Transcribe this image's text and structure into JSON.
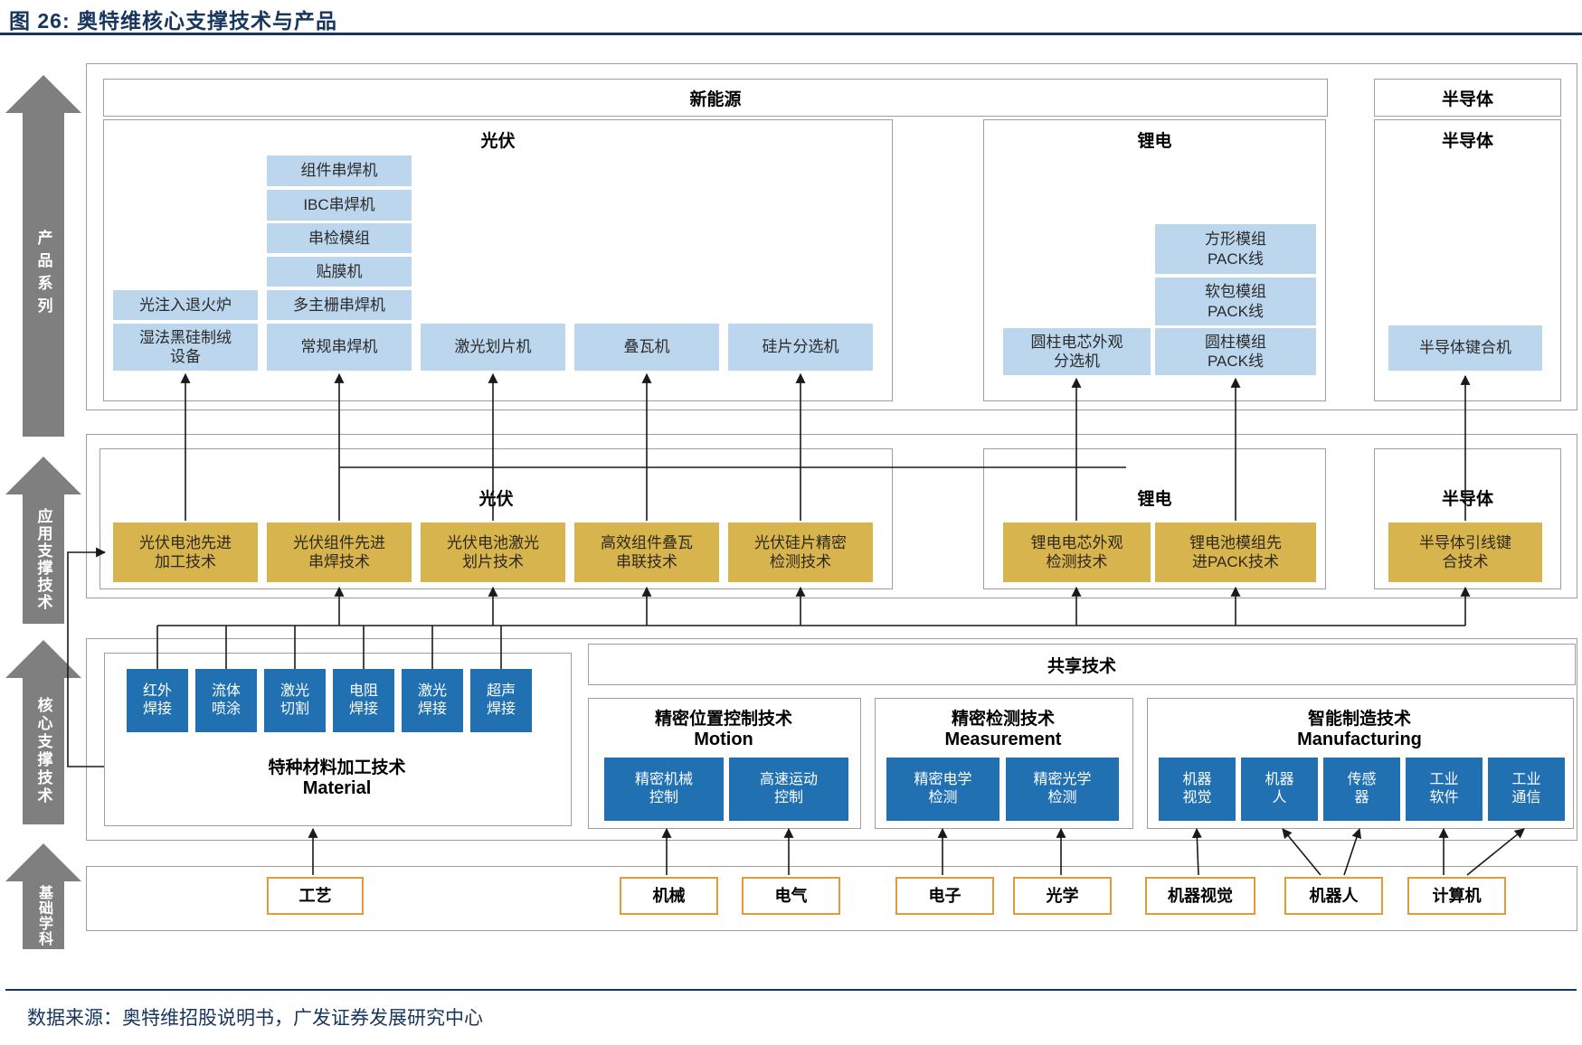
{
  "title": "图 26:  奥特维核心支撑技术与产品",
  "source": "数据来源：奥特维招股说明书，广发证券发展研究中心",
  "colors": {
    "navy": "#17365D",
    "light_blue": "#BCD6EE",
    "gold": "#D8B44F",
    "deep_blue": "#2171B2",
    "gray_arrow": "#7F7F7F",
    "orange_border": "#E39A3B"
  },
  "side_arrows": [
    "产品系列",
    "应用支撑技术",
    "核心支撑技术",
    "基础学科"
  ],
  "product": {
    "new_energy_label": "新能源",
    "semi_top_label": "半导体",
    "pv_label": "光伏",
    "li_label": "锂电",
    "semi_label": "半导体",
    "pv_stack": [
      "组件串焊机",
      "IBC串焊机",
      "串检模组",
      "贴膜机",
      "多主栅串焊机",
      "常规串焊机"
    ],
    "pv_left": [
      "光注入退火炉",
      "湿法黑硅制绒\n设备"
    ],
    "pv_row": [
      "激光划片机",
      "叠瓦机",
      "硅片分选机"
    ],
    "li_items": [
      "方形模组\nPACK线",
      "软包模组\nPACK线",
      "圆柱电芯外观\n分选机",
      "圆柱模组\nPACK线"
    ],
    "semi_items": [
      "半导体键合机"
    ]
  },
  "app": {
    "pv_label": "光伏",
    "li_label": "锂电",
    "semi_label": "半导体",
    "pv_techs": [
      "光伏电池先进\n加工技术",
      "光伏组件先进\n串焊技术",
      "光伏电池激光\n划片技术",
      "高效组件叠瓦\n串联技术",
      "光伏硅片精密\n检测技术"
    ],
    "li_techs": [
      "锂电电芯外观\n检测技术",
      "锂电池模组先\n进PACK技术"
    ],
    "semi_techs": [
      "半导体引线键\n合技术"
    ]
  },
  "core": {
    "shared_label": "共享技术",
    "material": {
      "cn": "特种材料加工技术",
      "en": "Material",
      "items": [
        "红外\n焊接",
        "流体\n喷涂",
        "激光\n切割",
        "电阻\n焊接",
        "激光\n焊接",
        "超声\n焊接"
      ]
    },
    "motion": {
      "cn": "精密位置控制技术",
      "en": "Motion",
      "items": [
        "精密机械\n控制",
        "高速运动\n控制"
      ]
    },
    "measurement": {
      "cn": "精密检测技术",
      "en": "Measurement",
      "items": [
        "精密电学\n检测",
        "精密光学\n检测"
      ]
    },
    "manufacturing": {
      "cn": "智能制造技术",
      "en": "Manufacturing",
      "items": [
        "机器\n视觉",
        "机器\n人",
        "传感\n器",
        "工业\n软件",
        "工业\n通信"
      ]
    }
  },
  "base": {
    "items": [
      "工艺",
      "机械",
      "电气",
      "电子",
      "光学",
      "机器视觉",
      "机器人",
      "计算机"
    ]
  }
}
